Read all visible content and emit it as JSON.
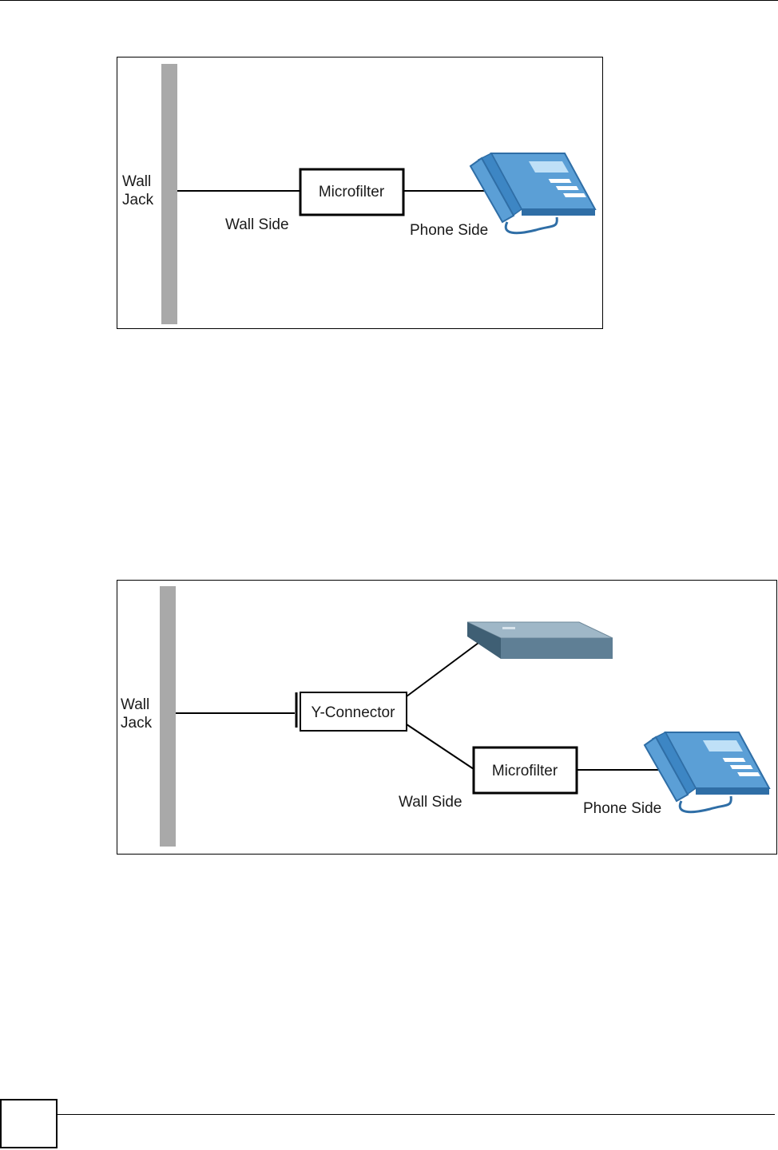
{
  "figure1": {
    "wall_jack_line1": "Wall",
    "wall_jack_line2": "Jack",
    "microfilter": "Microfilter",
    "wall_side": "Wall Side",
    "phone_side": "Phone Side"
  },
  "figure2": {
    "wall_jack_line1": "Wall",
    "wall_jack_line2": "Jack",
    "y_connector": "Y-Connector",
    "microfilter": "Microfilter",
    "wall_side": "Wall Side",
    "phone_side": "Phone Side"
  },
  "colors": {
    "wall_jack": "#a9a9a9",
    "phone_blue": "#5b9fd6",
    "phone_dark": "#2f6ea6",
    "modem_top": "#9fb7c7",
    "modem_front": "#5f7f95"
  },
  "icons": {
    "phone": "telephone-icon",
    "modem": "dsl-modem-icon"
  }
}
